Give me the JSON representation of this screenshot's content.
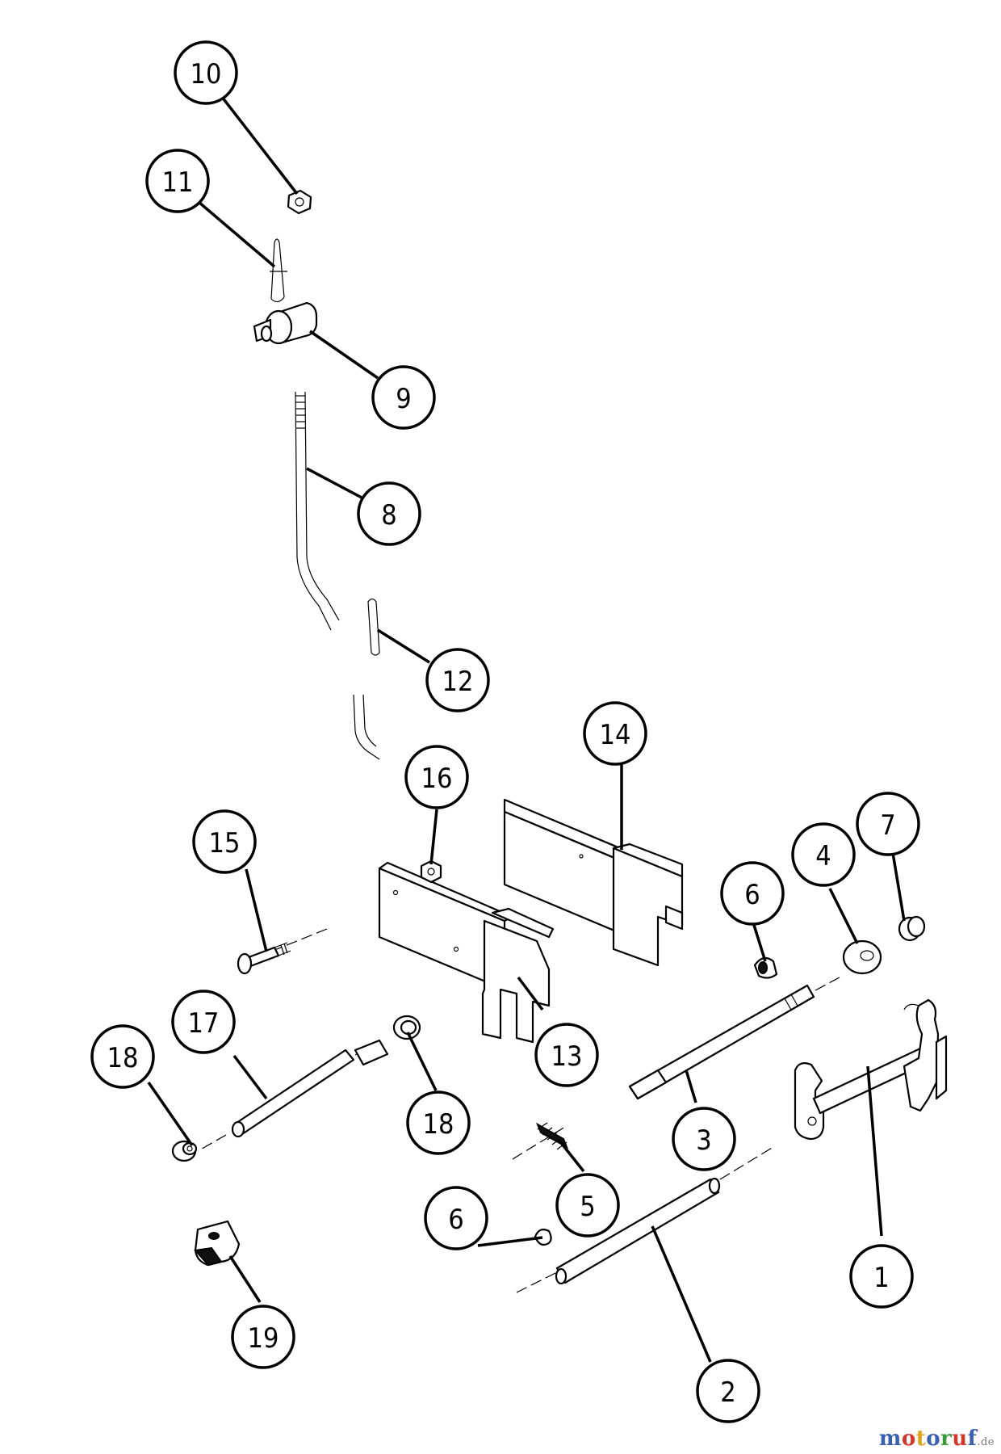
{
  "callouts": [
    {
      "id": "c1",
      "label": "1"
    },
    {
      "id": "c2",
      "label": "2"
    },
    {
      "id": "c3",
      "label": "3"
    },
    {
      "id": "c4",
      "label": "4"
    },
    {
      "id": "c5",
      "label": "5"
    },
    {
      "id": "c6a",
      "label": "6"
    },
    {
      "id": "c6b",
      "label": "6"
    },
    {
      "id": "c7",
      "label": "7"
    },
    {
      "id": "c8",
      "label": "8"
    },
    {
      "id": "c9",
      "label": "9"
    },
    {
      "id": "c10",
      "label": "10"
    },
    {
      "id": "c11",
      "label": "11"
    },
    {
      "id": "c12",
      "label": "12"
    },
    {
      "id": "c13",
      "label": "13"
    },
    {
      "id": "c14",
      "label": "14"
    },
    {
      "id": "c15",
      "label": "15"
    },
    {
      "id": "c16",
      "label": "16"
    },
    {
      "id": "c17",
      "label": "17"
    },
    {
      "id": "c18a",
      "label": "18"
    },
    {
      "id": "c18b",
      "label": "18"
    },
    {
      "id": "c19",
      "label": "19"
    }
  ],
  "watermark": {
    "letters": [
      {
        "char": "m",
        "color": "#3b5fb0"
      },
      {
        "char": "o",
        "color": "#d13a2b"
      },
      {
        "char": "t",
        "color": "#e0a21a"
      },
      {
        "char": "o",
        "color": "#3b5fb0"
      },
      {
        "char": "r",
        "color": "#3a9a3a"
      },
      {
        "char": "u",
        "color": "#d13a2b"
      },
      {
        "char": "f",
        "color": "#3b5fb0"
      }
    ],
    "suffix": ".de"
  }
}
